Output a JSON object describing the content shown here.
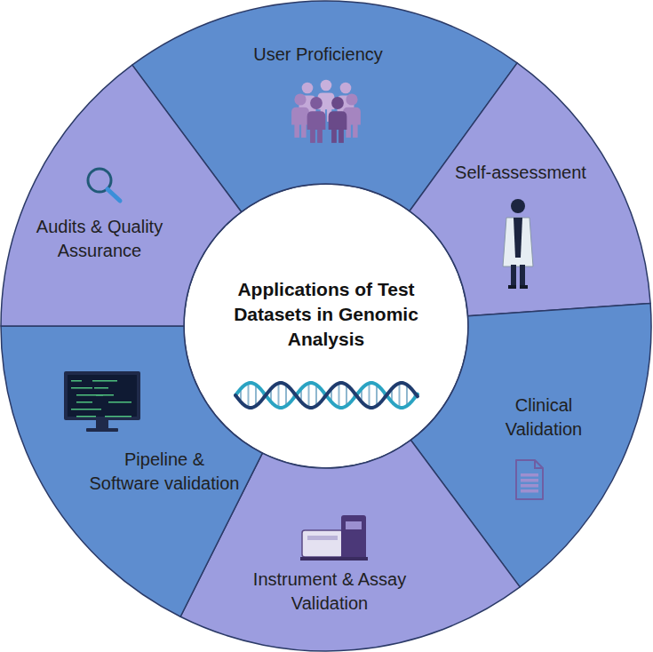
{
  "diagram": {
    "nodes": [
      {
        "text": [
          "Applications of Test Datasets in Genomic Analysis"
        ]
      },
      {
        "text": [
          "User Proficiency"
        ]
      },
      {
        "text": [
          "Self-assessment"
        ]
      },
      {
        "text": [
          "Clinical Validation"
        ]
      },
      {
        "text": [
          "Instrument & Assay Validation"
        ]
      },
      {
        "text": [
          "Pipeline & Software validation"
        ]
      },
      {
        "text": [
          "Audits & Quality Assurance"
        ]
      }
    ]
  }
}
